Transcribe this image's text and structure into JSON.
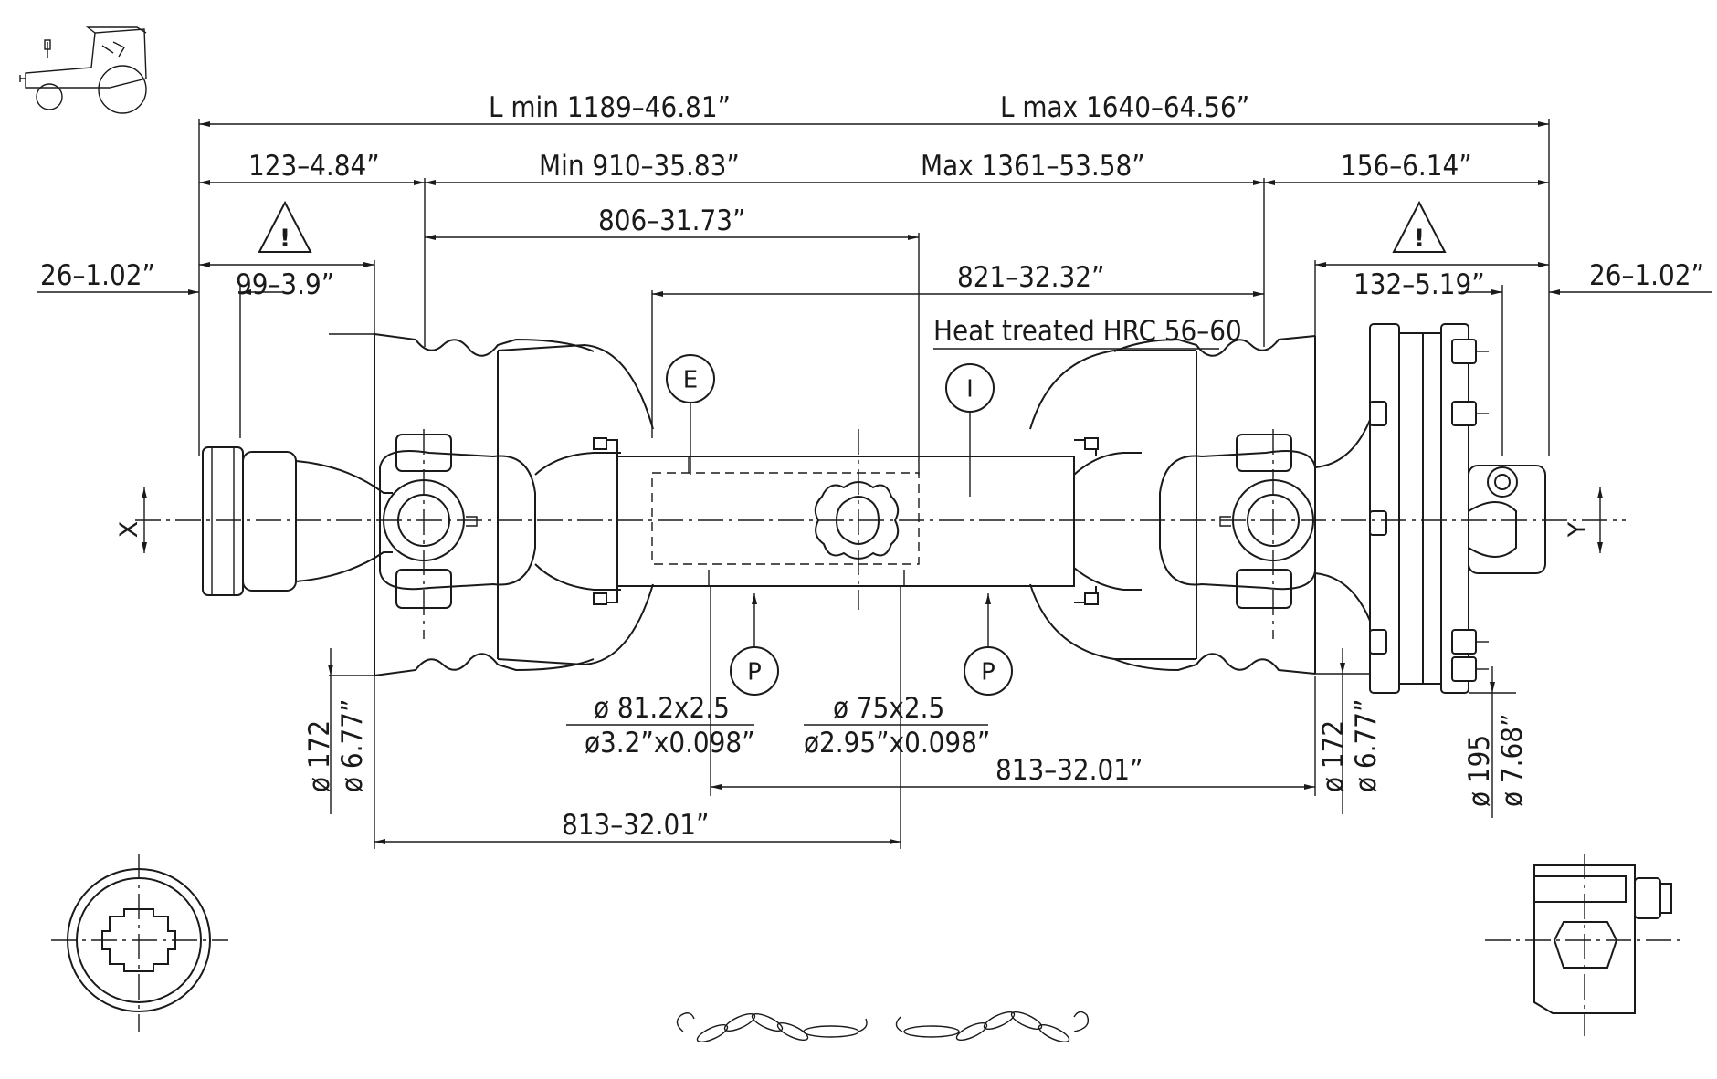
{
  "dimensions": {
    "l_min": "L  min  1189–46.81”",
    "l_max": "L  max  1640–64.56”",
    "left_yoke": "123–4.84”",
    "min_tube": "Min  910–35.83”",
    "max_tube": "Max  1361–53.58”",
    "right_yoke": "156–6.14”",
    "inner_tube": "806–31.73”",
    "outer_tube_len": "821–32.32”",
    "left_guard_offset": "99–3.9”",
    "right_guard_offset": "132–5.19”",
    "left_pin": "26–1.02”",
    "right_pin": "26–1.02”",
    "heat_treated": "Heat treated HRC 56–60",
    "outer_tube_dia_metric": "ø  81.2x2.5",
    "outer_tube_dia_imperial": "ø3.2”x0.098”",
    "inner_tube_dia_metric": "ø  75x2.5",
    "inner_tube_dia_imperial": "ø2.95”x0.098”",
    "guard_len_right": "813–32.01”",
    "guard_len_left": "813–32.01”",
    "left_guard_dia_metric": "ø  172",
    "left_guard_dia_imperial": "ø  6.77”",
    "right_guard_dia_metric": "ø  172",
    "right_guard_dia_imperial": "ø  6.77”",
    "clutch_dia_metric": "ø  195",
    "clutch_dia_imperial": "ø  7.68”"
  },
  "markers": {
    "outer_tube": "E",
    "inner_tube": "I",
    "profile_left": "P",
    "profile_right": "P"
  },
  "axis_labels": {
    "left": "X",
    "right": "Y"
  },
  "warnings": {
    "left": "!",
    "right": "!"
  }
}
